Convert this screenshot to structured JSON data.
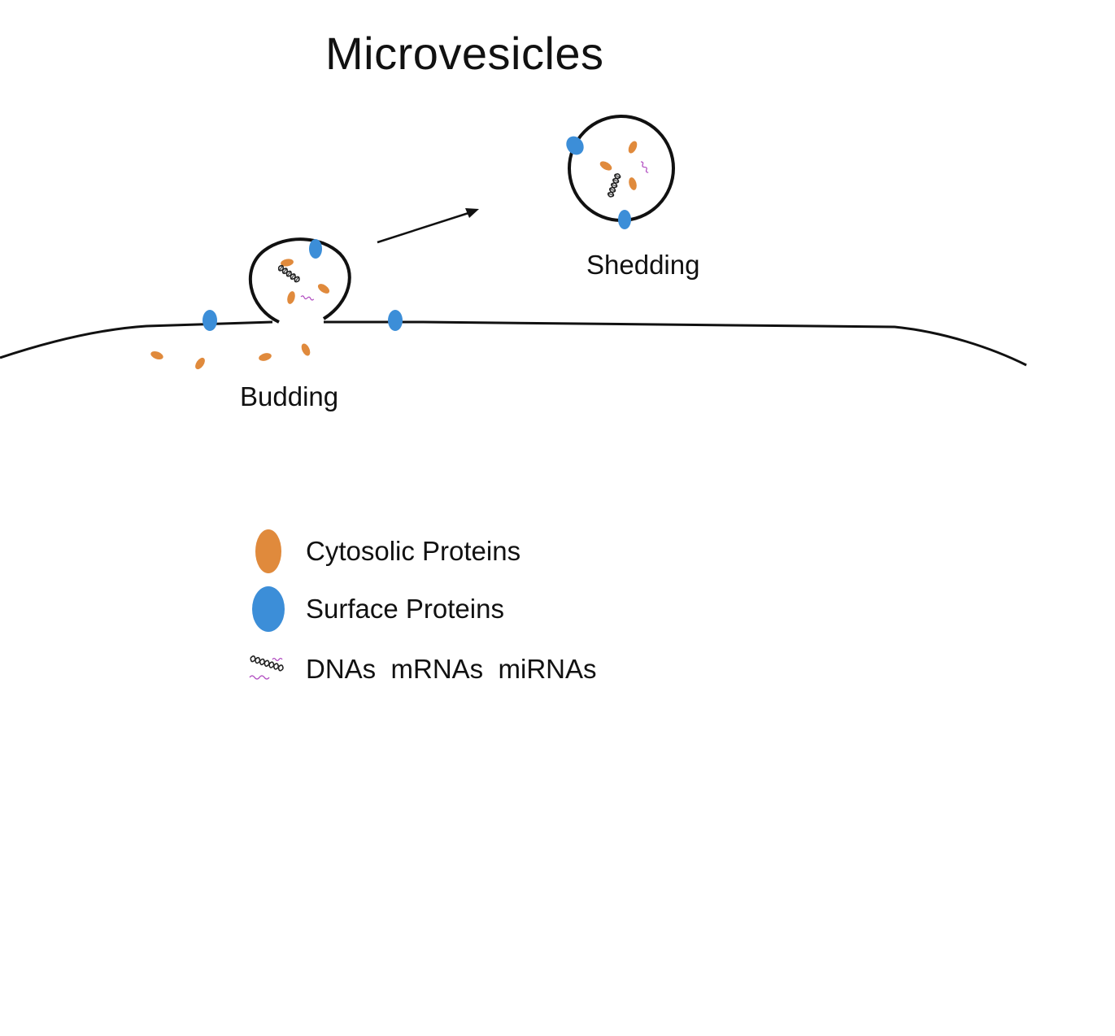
{
  "title": "Microvesicles",
  "labels": {
    "budding": "Budding",
    "shedding": "Shedding"
  },
  "legend": [
    {
      "key": "cytosolic",
      "label": "Cytosolic Proteins",
      "color": "#E08A3C"
    },
    {
      "key": "surface",
      "label": "Surface Proteins",
      "color": "#3C8ED8"
    },
    {
      "key": "nucleic",
      "label": "DNAs  mRNAs  miRNAs",
      "color": "#222222"
    }
  ],
  "colors": {
    "membrane": "#111111",
    "cytosolic_protein": "#E08A3C",
    "surface_protein": "#3C8ED8",
    "rna_strand": "#B04AC0"
  }
}
